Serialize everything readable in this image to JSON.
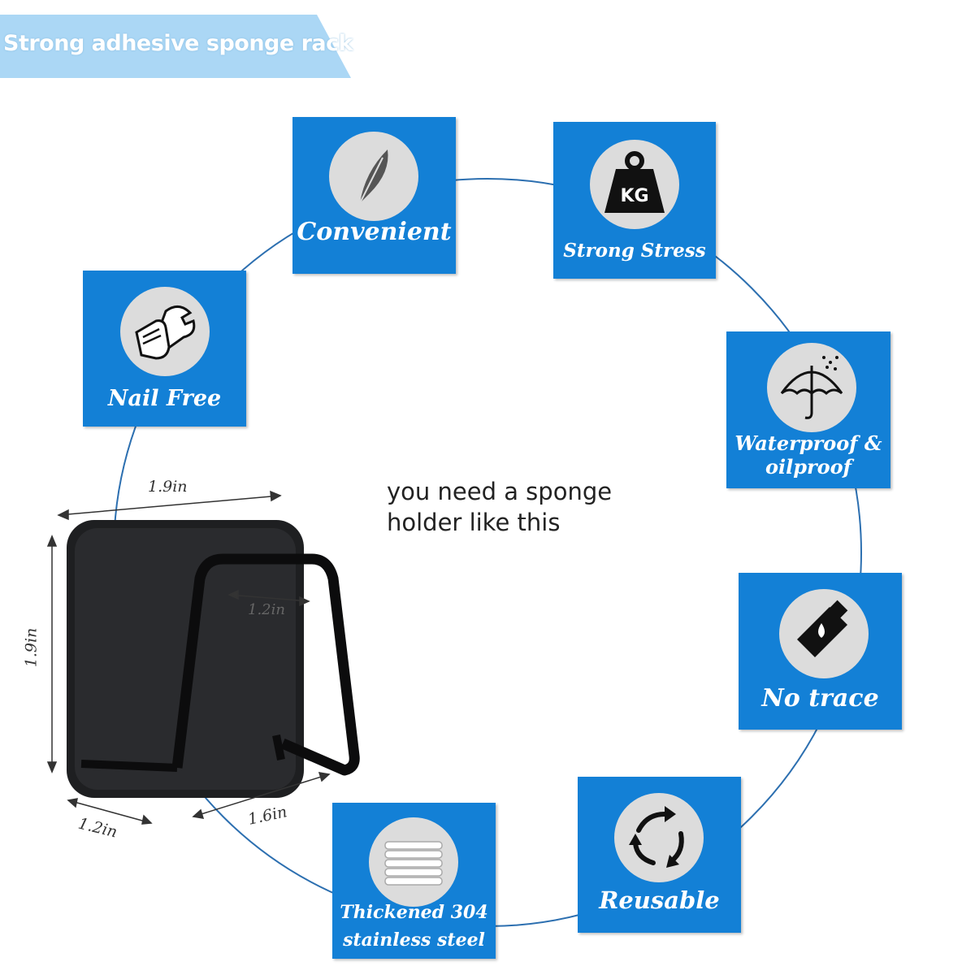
{
  "banner": {
    "title": "Strong adhesive sponge rack"
  },
  "tagline": {
    "line1": "you need a sponge",
    "line2": "holder like this"
  },
  "features": [
    {
      "label": "Convenient",
      "icon": "feather-icon"
    },
    {
      "label": "Strong Stress",
      "icon": "kg-weight-icon",
      "icon_text": "KG"
    },
    {
      "label_line1": "Waterproof &",
      "label_line2": "oilproof",
      "icon": "umbrella-icon"
    },
    {
      "label": "No trace",
      "icon": "tube-drop-icon"
    },
    {
      "label": "Reusable",
      "icon": "recycle-arrows-icon"
    },
    {
      "label_line1": "Thickened 304",
      "label_line2": "stainless steel",
      "icon": "stacked-plates-icon"
    },
    {
      "label": "Nail Free",
      "icon": "wrench-hand-icon"
    }
  ],
  "dimensions": {
    "top_width": "1.9in",
    "height": "1.9in",
    "inner_width": "1.2in",
    "depth": "1.2in",
    "bottom_width": "1.6in"
  },
  "colors": {
    "card_blue": "#1380d6",
    "banner_blue": "#abd7f5",
    "ring_line": "#2c6fb0"
  }
}
